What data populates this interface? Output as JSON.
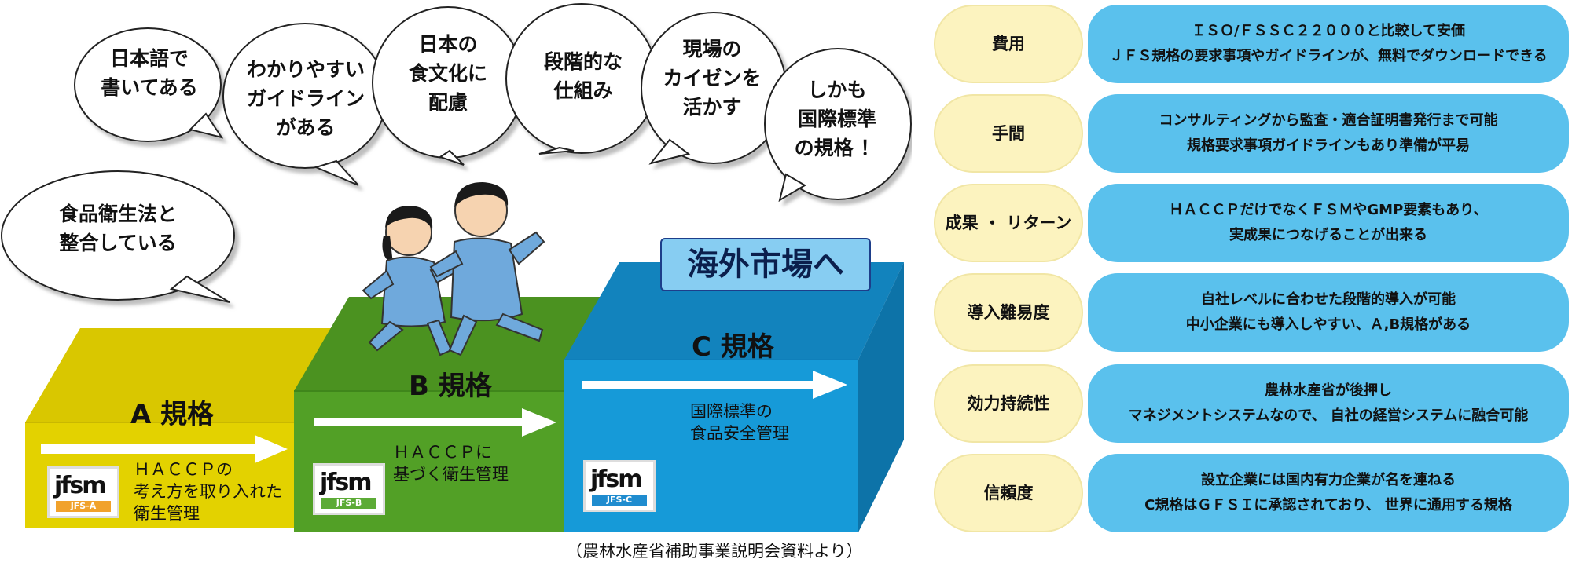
{
  "bubbles": [
    {
      "text": "日本語で\n書いてある"
    },
    {
      "text": "わかりやすい\nガイドライン\nがある"
    },
    {
      "text": "日本の\n食文化に\n配慮"
    },
    {
      "text": "段階的な\n仕組み"
    },
    {
      "text": "現場の\nカイゼンを\n活かす"
    },
    {
      "text": "しかも\n国際標準\nの規格 ！"
    },
    {
      "text": "食品衛生法と\n整合している"
    }
  ],
  "steps": [
    {
      "title": "A 規格",
      "desc": "ＨＡＣＣＰの\n考え方を取り入れた\n衛生管理",
      "logo": "jfsm",
      "grade": "JFS-A",
      "color": "#d8c600",
      "grade_color": "#f1a22c"
    },
    {
      "title": "B 規格",
      "desc": "ＨＡＣＣＰに\n基づく衛生管理",
      "logo": "jfsm",
      "grade": "JFS-B",
      "color": "#4e9a24",
      "grade_color": "#5cab36"
    },
    {
      "title": "C 規格",
      "desc": "国際標準の\n食品安全管理",
      "logo": "jfsm",
      "grade": "JFS-C",
      "color": "#1a9ad6",
      "grade_color": "#1f8ccf"
    }
  ],
  "overseas_label": "海外市場へ",
  "source_note": "（農林水産省補助事業説明会資料より）",
  "table": [
    {
      "label": "費用",
      "lines": [
        "ＩＳＯ/ＦＳＳＣ２２０００と比較して安価",
        "ＪＦＳ規格の要求事項やガイドラインが、無料でダウンロードできる"
      ]
    },
    {
      "label": "手間",
      "lines": [
        "コンサルティングから監査・適合証明書発行まで可能",
        "規格要求事項ガイドラインもあり準備が平易"
      ]
    },
    {
      "label": "成果 ・ リターン",
      "lines": [
        "ＨＡＣＣＰだけでなくＦＳＭやGMP要素もあり、",
        "実成果につなげることが出来る"
      ]
    },
    {
      "label": "導入難易度",
      "lines": [
        "自社レベルに合わせた段階的導入が可能",
        "中小企業にも導入しやすい、Ａ,B規格がある"
      ]
    },
    {
      "label": "効力持続性",
      "lines": [
        "農林水産省が後押し",
        "マネジメントシステムなので、 自社の経営システムに融合可能"
      ]
    },
    {
      "label": "信頼度",
      "lines": [
        "設立企業には国内有力企業が名を連ねる",
        "C規格はＧＦＳＩに承認されており、 世界に通用する規格"
      ]
    }
  ]
}
